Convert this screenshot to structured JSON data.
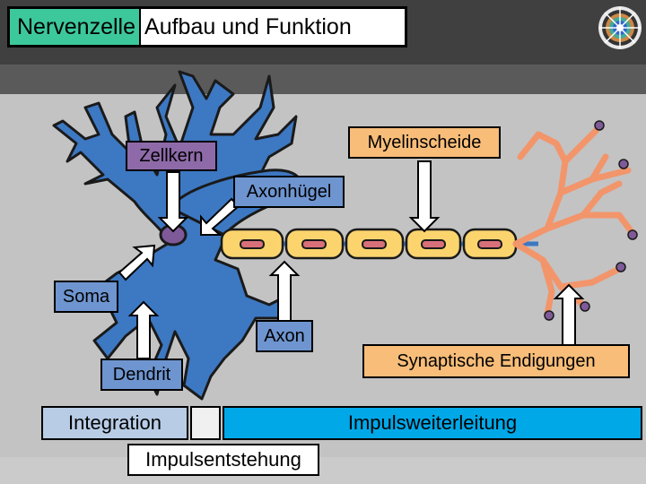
{
  "title": {
    "part1": "Nervenzelle",
    "part2": "Aufbau und Funktion"
  },
  "labels": {
    "myelinscheide": "Myelinscheide",
    "zellkern": "Zellkern",
    "axonhuegel": "Axonhügel",
    "soma": "Soma",
    "axon": "Axon",
    "dendrit": "Dendrit",
    "synaptische_endigungen": "Synaptische Endigungen"
  },
  "function_bar": {
    "integration": "Integration",
    "impulsweiterleitung": "Impulsweiterleitung",
    "impulsentstehung": "Impulsentstehung"
  },
  "colors": {
    "title_green": "#3cc89a",
    "neuron_blue": "#3d78c2",
    "myelin_yellow": "#fbd46e",
    "terminal_orange": "#f2956b",
    "nucleus_purple": "#7e5a99",
    "label_blue": "#6e95d0",
    "label_purple": "#8e6aa8",
    "label_orange": "#f7bd79",
    "label_lightblue": "#5b7fc8",
    "integration_blue": "#b8cce6",
    "impuls_blue": "#00a8e8"
  }
}
